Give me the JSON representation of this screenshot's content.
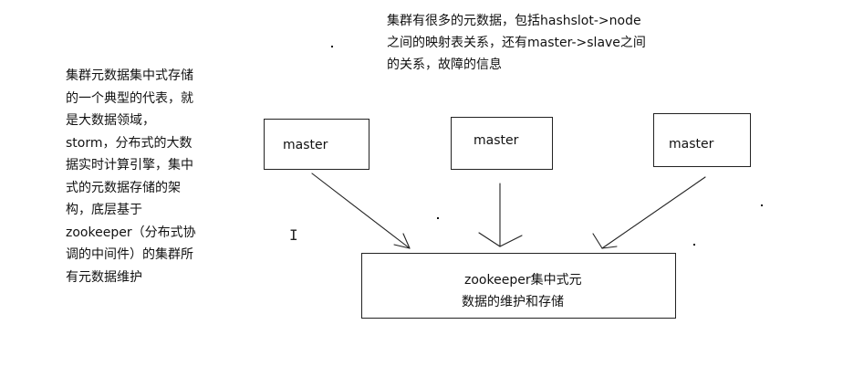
{
  "notes": {
    "left": {
      "lines": [
        "集群元数据集中式存储",
        "的一个典型的代表，就",
        "是大数据领域，",
        "storm，分布式的大数",
        "据实时计算引擎，集中",
        "式的元数据存储的架",
        "构，底层基于",
        "zookeeper（分布式协",
        "调的中间件）的集群所",
        "有元数据维护"
      ]
    },
    "top": {
      "lines": [
        "集群有很多的元数据，包括hashslot->node",
        "之间的映射表关系，还有master->slave之间",
        "的关系，故障的信息"
      ]
    }
  },
  "diagram": {
    "masters": [
      {
        "label": "master"
      },
      {
        "label": "master"
      },
      {
        "label": "master"
      }
    ],
    "zookeeper": {
      "line1": "zookeeper集中式元",
      "line2": "数据的维护和存储"
    },
    "cursor_icon": "text-cursor-icon"
  }
}
